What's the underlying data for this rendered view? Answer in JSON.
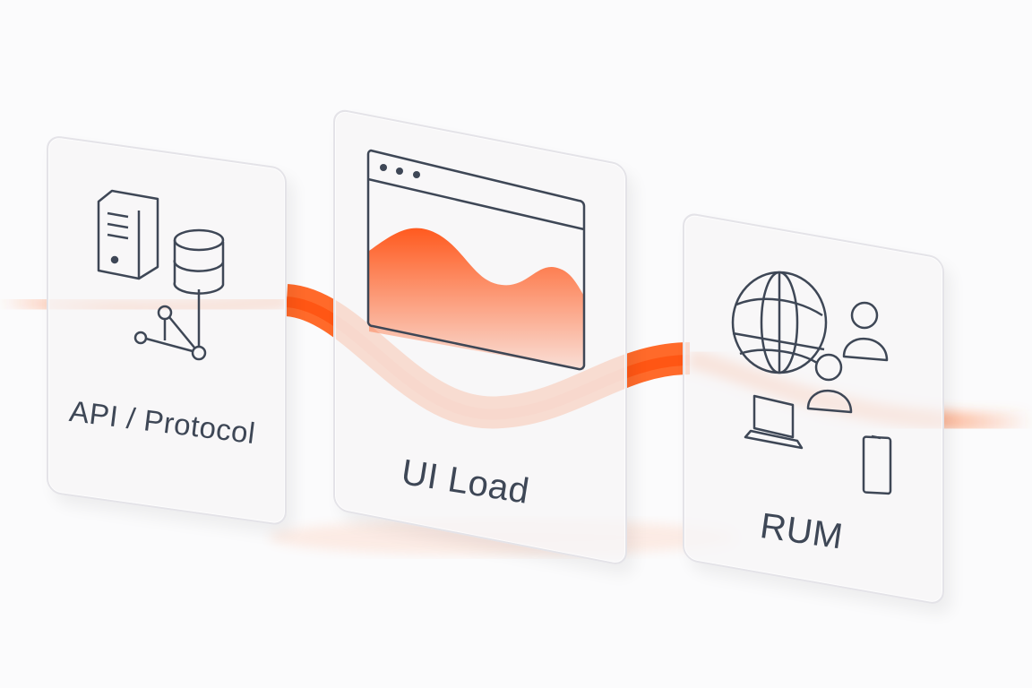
{
  "cards": [
    {
      "label": "API / Protocol",
      "icons": [
        "server-icon",
        "database-icon",
        "network-nodes-icon"
      ]
    },
    {
      "label": "UI Load",
      "icons": [
        "browser-window-icon",
        "wave-chart-icon"
      ]
    },
    {
      "label": "RUM",
      "icons": [
        "globe-icon",
        "user-icon",
        "user-icon",
        "laptop-icon",
        "mobile-phone-icon"
      ]
    }
  ],
  "colors": {
    "accent": "#ff5a1f",
    "ink": "#3e4756",
    "card": "#f6f5f7"
  }
}
